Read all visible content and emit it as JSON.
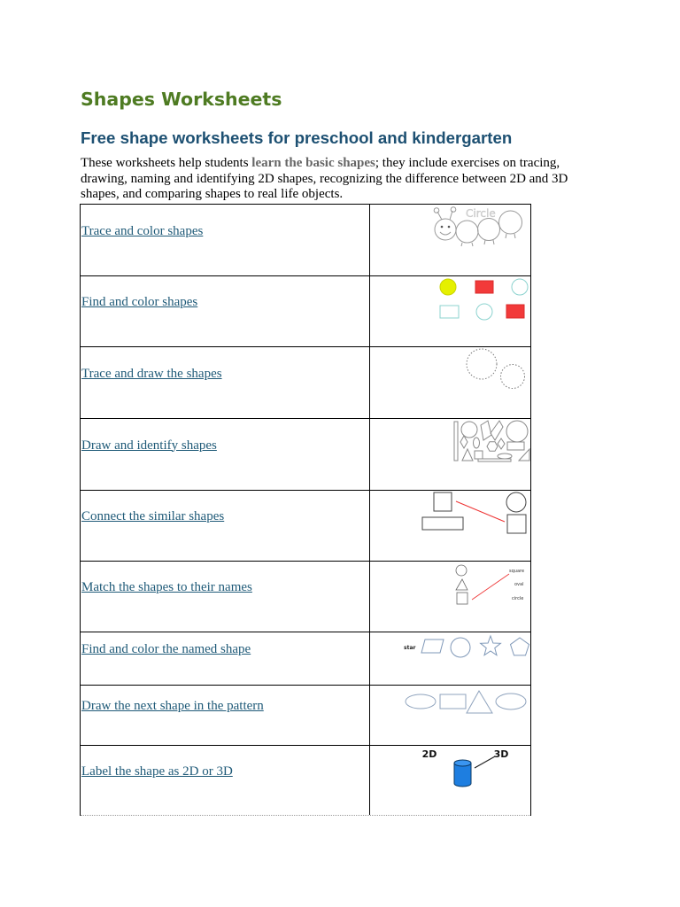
{
  "page": {
    "title": "Shapes Worksheets",
    "subtitle": "Free shape worksheets for preschool and kindergarten"
  },
  "intro": {
    "before": "These worksheets help students ",
    "bold": "learn the basic shapes",
    "after": "; they include exercises on tracing, drawing, naming and identifying 2D shapes, recognizing the difference between 2D and 3D shapes, and comparing shapes to real life objects."
  },
  "worksheets": [
    {
      "label": "Trace and color shapes",
      "thumbnail": "caterpillar-of-circles",
      "thumbnail_text": [
        "Circle"
      ]
    },
    {
      "label": "Find and color shapes",
      "thumbnail": "colored-circles-and-squares"
    },
    {
      "label": "Trace and draw the shapes",
      "thumbnail": "dotted-circles"
    },
    {
      "label": "Draw and identify shapes",
      "thumbnail": "mixed-shapes-collage"
    },
    {
      "label": "Connect the similar shapes",
      "thumbnail": "matching-squares-line"
    },
    {
      "label": "Match the shapes to their names",
      "thumbnail": "shapes-to-names",
      "thumbnail_text": [
        "square",
        "oval",
        "circle"
      ]
    },
    {
      "label": "Find and color the named shape",
      "thumbnail": "named-shape-row",
      "thumbnail_text": [
        "star"
      ]
    },
    {
      "label": "Draw the next shape in the pattern",
      "thumbnail": "shape-pattern-row"
    },
    {
      "label": "Label the shape as 2D or 3D",
      "thumbnail": "blue-cylinder-2d-3d",
      "thumbnail_text": [
        "2D",
        "3D"
      ]
    }
  ],
  "colors": {
    "title": "#4e7b22",
    "subtitle": "#1d5072",
    "link": "#1f5a78",
    "highlight": "#666666",
    "yellow_fill": "#e5f000",
    "red_fill": "#f23a3a",
    "teal_outline": "#8cd3cf",
    "cylinder_blue": "#1e7ee0"
  }
}
